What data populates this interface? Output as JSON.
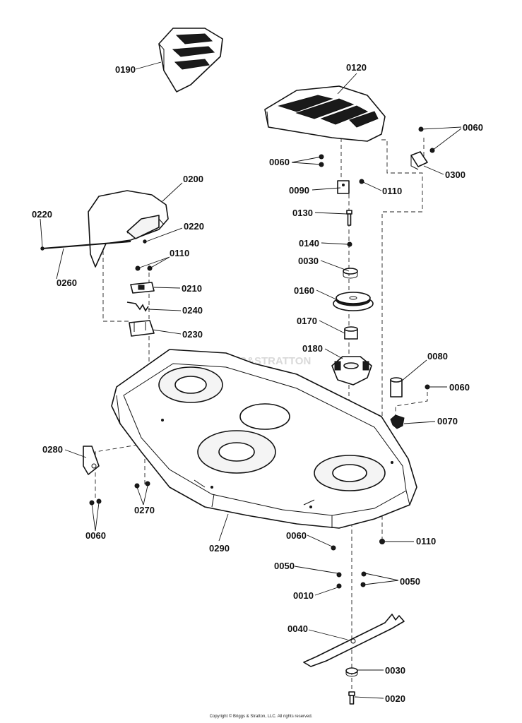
{
  "diagram": {
    "watermark": "BRIGGS&STRATTON",
    "labels": {
      "l0190": "0190",
      "l0120": "0120",
      "l0060_a": "0060",
      "l0060_b": "0060",
      "l0300": "0300",
      "l0090": "0090",
      "l0110_a": "0110",
      "l0200": "0200",
      "l0220_a": "0220",
      "l0220_b": "0220",
      "l0260": "0260",
      "l0130": "0130",
      "l0140": "0140",
      "l0110_b": "0110",
      "l0030_a": "0030",
      "l0210": "0210",
      "l0160": "0160",
      "l0240": "0240",
      "l0230": "0230",
      "l0170": "0170",
      "l0180": "0180",
      "l0080": "0080",
      "l0060_c": "0060",
      "l0070": "0070",
      "l0280": "0280",
      "l0270": "0270",
      "l0060_d": "0060",
      "l0290": "0290",
      "l0060_e": "0060",
      "l0110_c": "0110",
      "l0050_a": "0050",
      "l0050_b": "0050",
      "l0010": "0010",
      "l0040": "0040",
      "l0030_b": "0030",
      "l0020": "0020"
    },
    "copyright": "Copyright © Briggs & Stratton, LLC. All rights reserved."
  }
}
